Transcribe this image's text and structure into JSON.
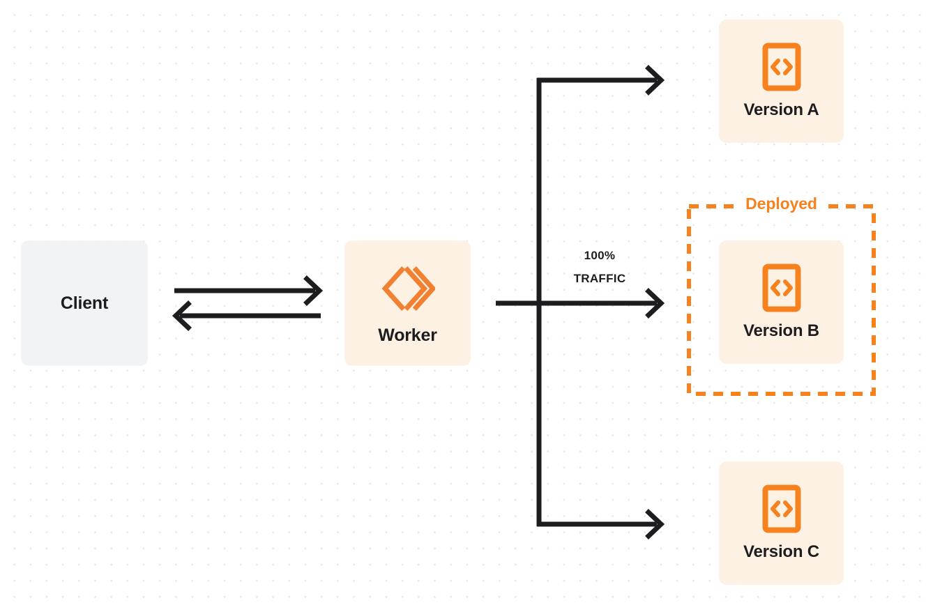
{
  "diagram": {
    "title": "Worker version traffic routing",
    "colors": {
      "accent_orange": "#f6821f",
      "card_background": "#fdf1e4",
      "client_background": "#f2f3f4",
      "line_dark": "#1d1d1f",
      "canvas_background": "#ffffff",
      "grid_dot": "#e8e8ea"
    }
  },
  "client": {
    "label": "Client",
    "icon": "none"
  },
  "worker": {
    "label": "Worker",
    "icon": "cloudflare-workers-logo"
  },
  "connectors": {
    "client_to_worker": {
      "label": "",
      "direction": "request"
    },
    "worker_to_client": {
      "label": "",
      "direction": "response"
    },
    "traffic": {
      "percent": "100%",
      "unit": "TRAFFIC"
    }
  },
  "versions": [
    {
      "id": "version-a",
      "label": "Version A",
      "icon": "code-file-icon",
      "deployed": false
    },
    {
      "id": "version-b",
      "label": "Version B",
      "icon": "code-file-icon",
      "deployed": true
    },
    {
      "id": "version-c",
      "label": "Version C",
      "icon": "code-file-icon",
      "deployed": false
    }
  ],
  "deployed_group": {
    "label": "Deployed"
  }
}
